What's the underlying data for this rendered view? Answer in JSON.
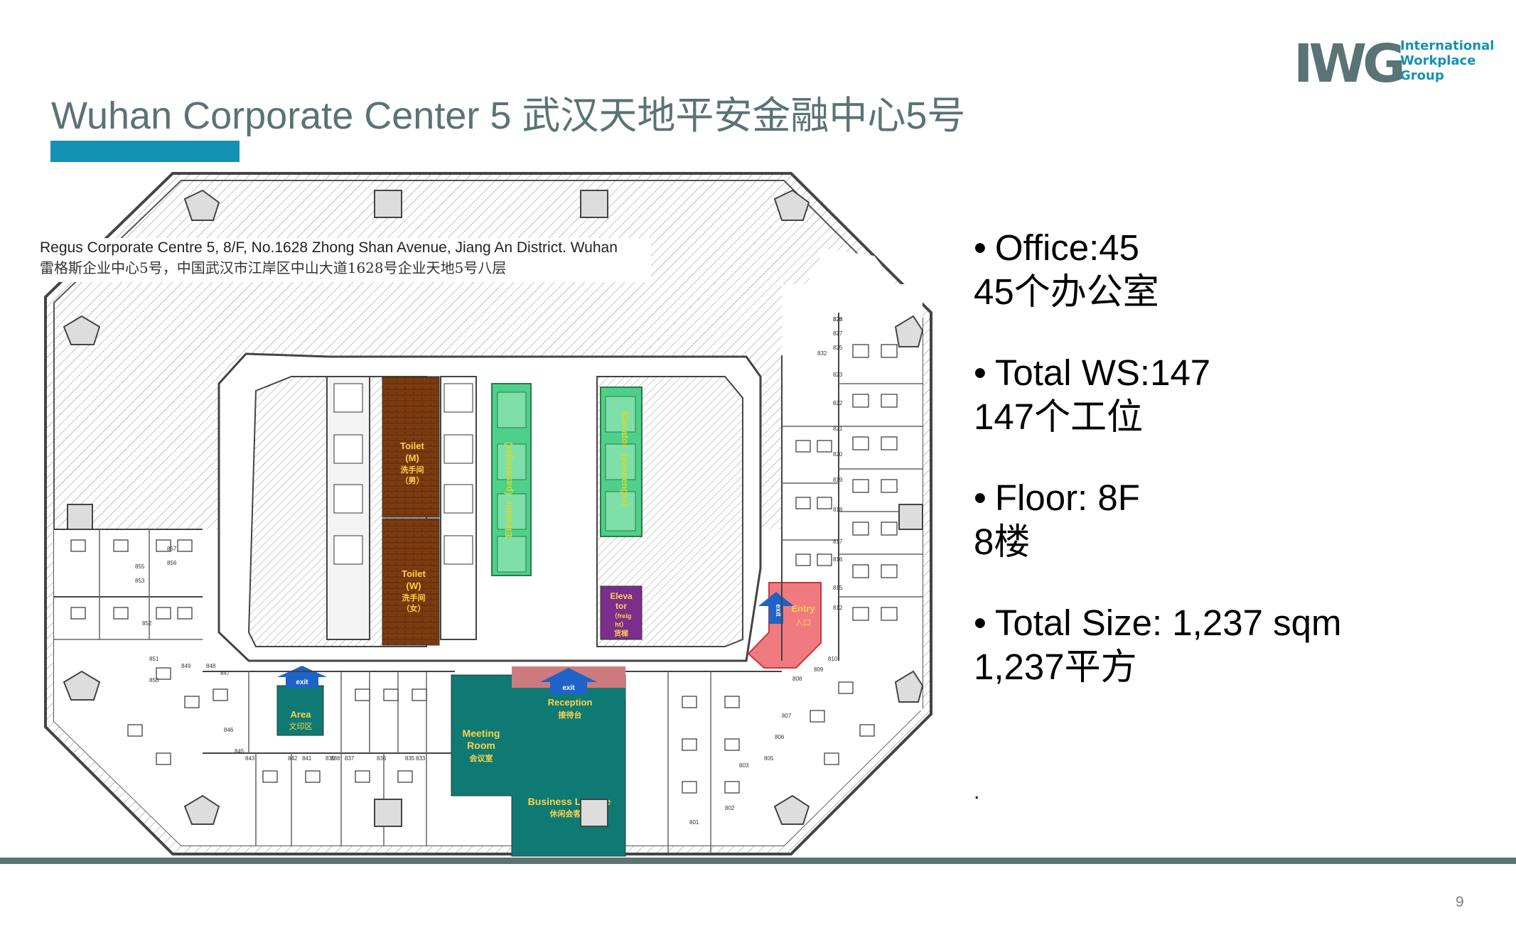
{
  "title": "Wuhan Corporate Center 5 武汉天地平安金融中心5号",
  "logo": {
    "mark": "IWG",
    "line1": "International",
    "line2": "Workplace",
    "line3": "Group"
  },
  "address": {
    "en": "Regus Corporate Centre 5, 8/F, No.1628 Zhong Shan Avenue, Jiang An District. Wuhan",
    "cn": "雷格斯企业中心5号，中国武汉市江岸区中山大道1628号企业天地5号八层"
  },
  "facts": [
    {
      "en": "Office:45",
      "cn": "45个办公室"
    },
    {
      "en": "Total WS:147",
      "cn": "147个工位"
    },
    {
      "en": "Floor: 8F",
      "cn": "8楼"
    },
    {
      "en": "Total Size: 1,237 sqm",
      "cn": "1,237平方"
    }
  ],
  "trailing_dot": ".",
  "floorplan": {
    "toilet_m": {
      "en": "Toilet",
      "code": "(M)",
      "cn": "洗手间",
      "note": "（男）"
    },
    "toilet_w": {
      "en": "Toilet",
      "code": "(W)",
      "cn": "洗手间",
      "note": "（女）"
    },
    "elevator_left": "Elevator（passenger）",
    "elevator_right": "Elevator（passenger）",
    "freight": {
      "l1": "Eleva",
      "l2": "tor",
      "l3": "（freig",
      "l4": "ht）",
      "l5": "货梯"
    },
    "entry": "Entry",
    "entry_cn": "入口",
    "exit": "exit",
    "print_area": {
      "en": "Area",
      "cn": "文印区"
    },
    "meeting_room": {
      "l1": "Meeting",
      "l2": "Room",
      "cn": "会议室"
    },
    "reception": {
      "en": "Reception",
      "cn": "接待台"
    },
    "lounge": {
      "en": "Business Lounge",
      "cn": "休闲会客区"
    },
    "exit_arrow_a": "exit",
    "exit_arrow_b": "exit",
    "room_numbers": [
      "826",
      "827",
      "825",
      "823",
      "822",
      "821",
      "820",
      "819",
      "818",
      "817",
      "816",
      "815",
      "812",
      "810",
      "809",
      "808",
      "807",
      "806",
      "805",
      "803",
      "802",
      "801",
      "857",
      "856",
      "855",
      "853",
      "852",
      "851",
      "850",
      "849",
      "848",
      "847",
      "846",
      "845",
      "843",
      "842",
      "841",
      "839",
      "838",
      "837",
      "836",
      "835",
      "833",
      "832",
      "828"
    ]
  },
  "page_number": "9",
  "colors": {
    "title": "#5a7374",
    "accent_bar": "#1591b4",
    "toilet": "#7b3b10",
    "elevator": "#4fd08a",
    "freight": "#7b2e8c",
    "entry": "#f07a80",
    "teal_area": "#0f7a74",
    "arrow": "#1e63c8"
  }
}
